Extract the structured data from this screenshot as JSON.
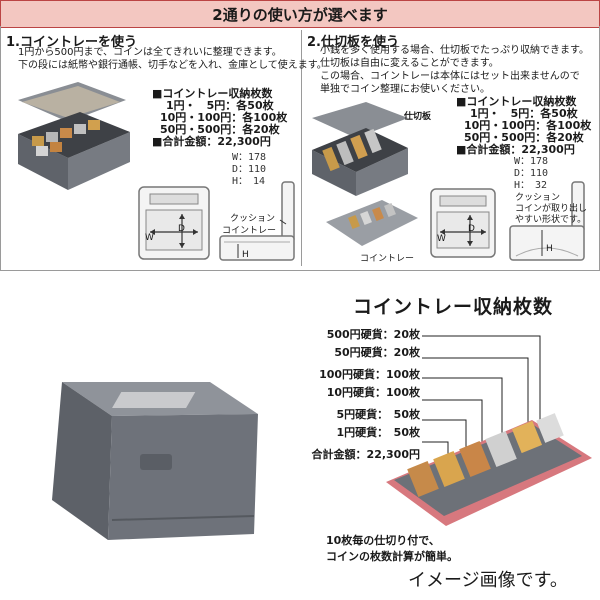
{
  "banner": {
    "title": "2通りの使い方が選べます"
  },
  "left": {
    "heading": "1.コイントレーを使う",
    "desc": [
      "1円から500円まで、コインは全てきれいに整理できます。",
      "下の段には紙幣や銀行通帳、切手などを入れ、金庫として使えます。"
    ],
    "spec": [
      "■コイントレー収納枚数",
      "1円・　5円：各50枚",
      "10円・100円：各100枚",
      "50円・500円：各20枚",
      "■合計金額：22,300円"
    ],
    "dims": [
      "W：178",
      "D：110",
      "H：　14"
    ],
    "labels": {
      "cushion": "クッション",
      "tray": "コイントレー",
      "w": "W",
      "d": "D",
      "h": "H"
    }
  },
  "right": {
    "heading": "2.仕切板を使う",
    "desc": [
      "小銭を多く使用する場合、仕切板でたっぷり収納できます。",
      "仕切板は自由に変えることができます。",
      "この場合、コイントレーは本体にはセット出来ませんので",
      "単独でコイン整理にお使いください。"
    ],
    "spec": [
      "■コイントレー収納枚数",
      "1円・　5円：各50枚",
      "10円・100円：各100枚",
      "50円・500円：各20枚",
      "■合計金額：22,300円"
    ],
    "dims": [
      "W：178",
      "D：110",
      "H：　32"
    ],
    "labels": {
      "divider": "仕切板",
      "tray": "コイントレー",
      "cushion_note": [
        "クッション",
        "コインが取り出し",
        "やすい形状です。"
      ],
      "w": "W",
      "d": "D",
      "h": "H"
    }
  },
  "capacity": {
    "title": "コイントレー収納枚数",
    "rows": [
      {
        "label": "500円硬貨：20枚"
      },
      {
        "label": "50円硬貨：20枚"
      },
      {
        "label": "100円硬貨：100枚"
      },
      {
        "label": "10円硬貨：100枚"
      },
      {
        "label": "5円硬貨：　50枚"
      },
      {
        "label": "1円硬貨：　50枚"
      },
      {
        "label": "合計金額：22,300円"
      }
    ],
    "note": [
      "10枚毎の仕切り付で、",
      "コインの枚数計算が簡単。"
    ]
  },
  "footer": {
    "text": "イメージ画像です。"
  },
  "colors": {
    "banner_bg": "#f3c7c1",
    "case_gray": "#6d7178",
    "tray_red": "#d7787e"
  }
}
